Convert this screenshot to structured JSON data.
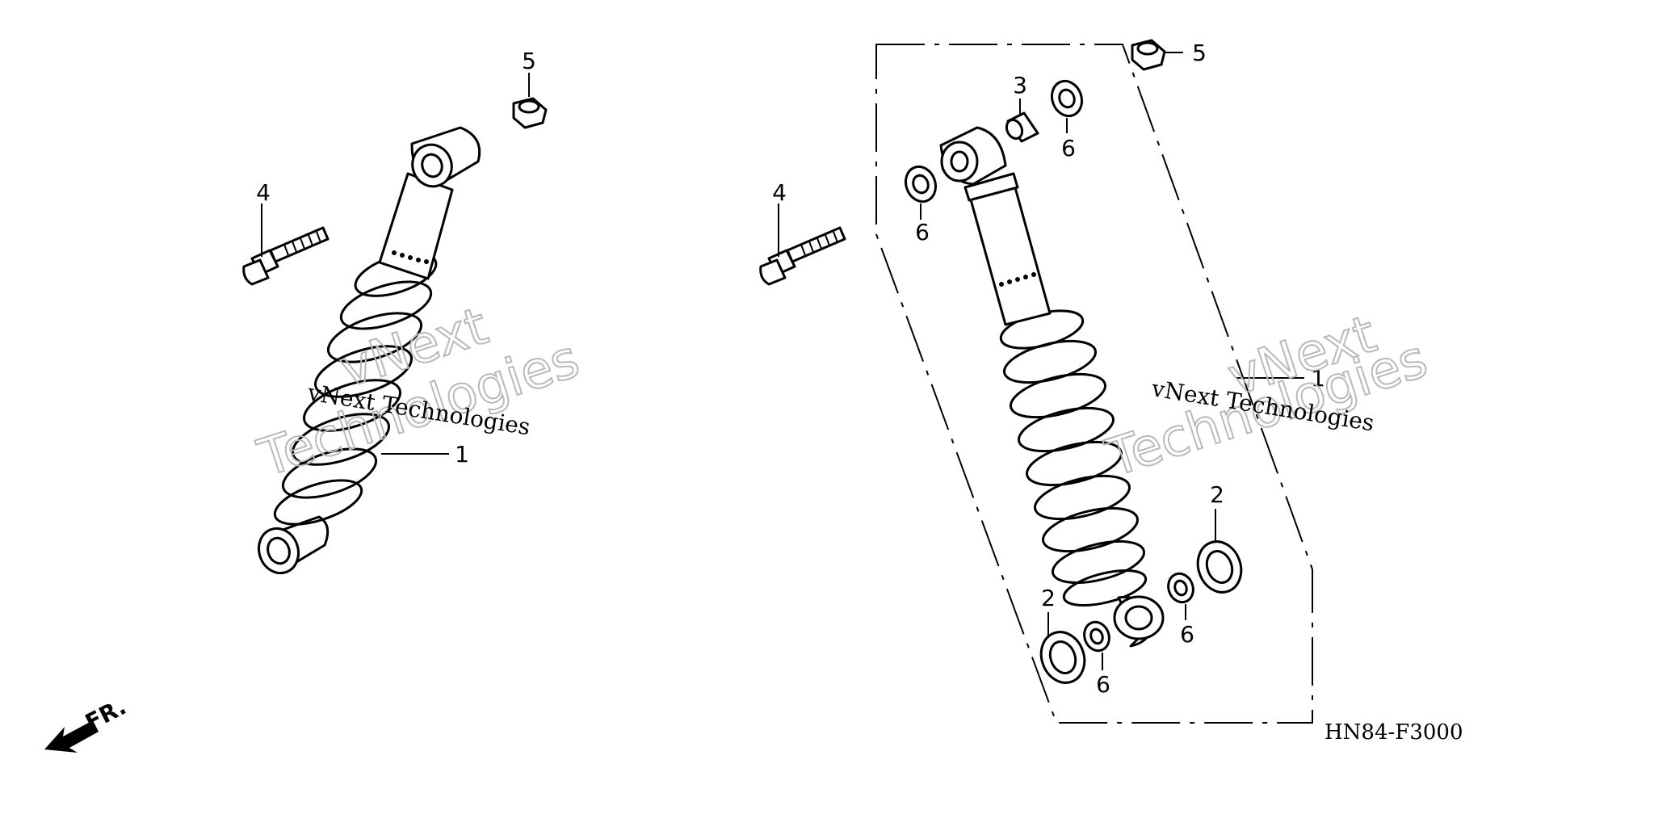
{
  "diagram": {
    "drawing_code": "HN84-F3000",
    "direction_label": "FR.",
    "watermark_primary": "vNext Technologies",
    "watermark_big_1": "vNext",
    "watermark_big_2": "Technologies",
    "callouts": {
      "left_shock": "1",
      "left_bolt": "4",
      "left_nut": "5",
      "right_assembly": "1",
      "right_bolt": "4",
      "right_nut": "5",
      "right_collar": "3",
      "bearing_top_right": "6",
      "bearing_top_left": "6",
      "bearing_bottom_right": "6",
      "bearing_bottom_left": "6",
      "seal_right": "2",
      "seal_left": "2"
    }
  }
}
